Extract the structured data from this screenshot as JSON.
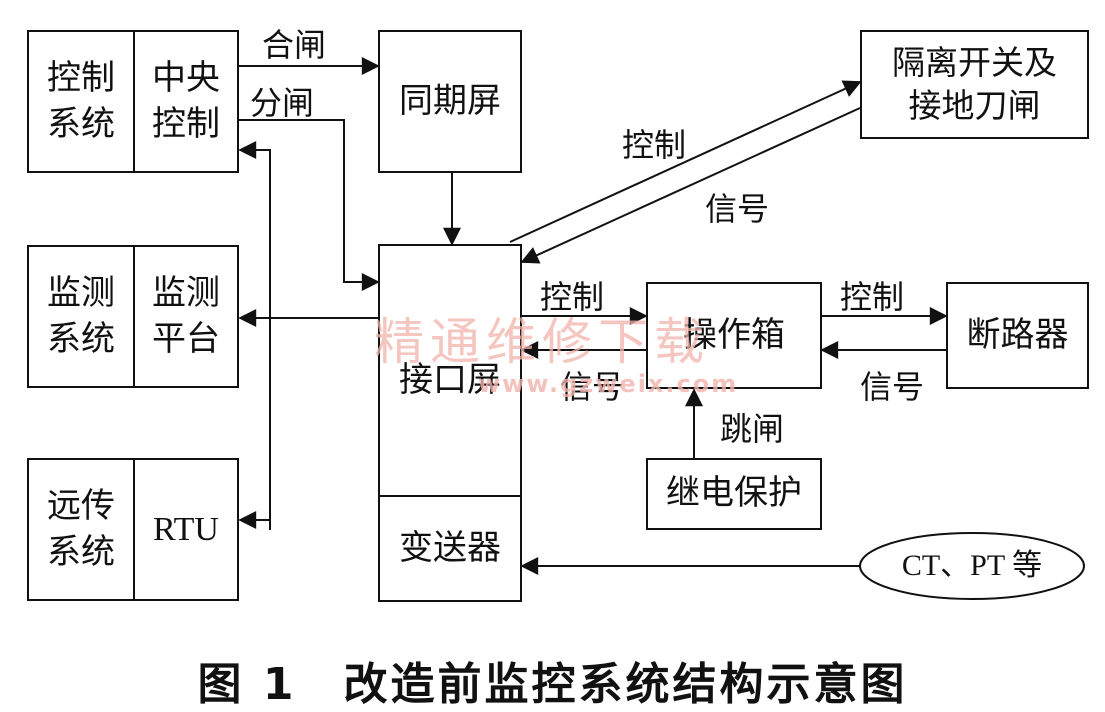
{
  "nodes": {
    "control_system": {
      "left": "控制\n系统",
      "right": "中央\n控制"
    },
    "monitor_system": {
      "left": "监测\n系统",
      "right": "监测\n平台"
    },
    "remote_system": {
      "left": "远传\n系统",
      "right": "RTU"
    },
    "sync_screen": "同期屏",
    "interface_screen": "接口屏",
    "transmitter": "变送器",
    "isolating_switch": "隔离开关及\n接地刀闸",
    "operation_box": "操作箱",
    "circuit_breaker": "断路器",
    "relay_protection": "继电保护",
    "ct_pt": "CT、PT 等"
  },
  "edge_labels": {
    "close": "合闸",
    "open": "分闸",
    "control_diag": "控制",
    "signal_diag": "信号",
    "control_op": "控制",
    "signal_op": "信号",
    "control_breaker": "控制",
    "signal_breaker": "信号",
    "trip": "跳闸"
  },
  "watermark": {
    "text": "精通维修下载",
    "url": "www.gzweix.com"
  },
  "caption": "图 1　改造前监控系统结构示意图"
}
